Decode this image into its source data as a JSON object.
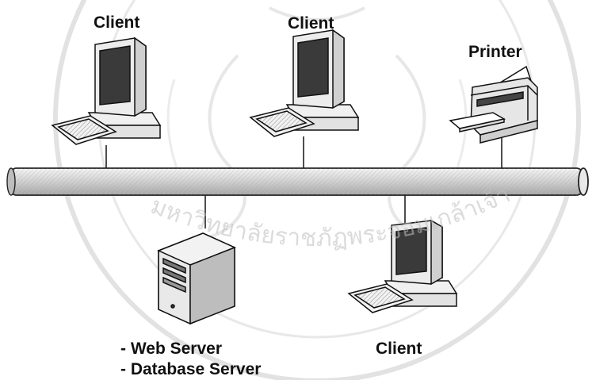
{
  "diagram": {
    "nodes": [
      {
        "id": "client-1",
        "type": "client",
        "label": "Client"
      },
      {
        "id": "client-2",
        "type": "client",
        "label": "Client"
      },
      {
        "id": "printer",
        "type": "printer",
        "label": "Printer"
      },
      {
        "id": "server",
        "type": "server",
        "label_lines": [
          "- Web Server",
          "- Database Server"
        ]
      },
      {
        "id": "client-3",
        "type": "client",
        "label": "Client"
      }
    ],
    "bus": {
      "type": "network-backbone"
    },
    "connections": [
      {
        "from": "client-1",
        "to": "bus"
      },
      {
        "from": "client-2",
        "to": "bus"
      },
      {
        "from": "printer",
        "to": "bus"
      },
      {
        "from": "server",
        "to": "bus"
      },
      {
        "from": "client-3",
        "to": "bus"
      }
    ],
    "watermark": {
      "text": "มหาวิทยาลัยราชภัฏพระจอมเกล้าเจ้าคุณทหาร"
    },
    "colors": {
      "outline": "#111111",
      "device": "#eeeeee",
      "screen": "#333333",
      "bus": "#cfcfcf",
      "watermark": "#cccccc"
    }
  }
}
